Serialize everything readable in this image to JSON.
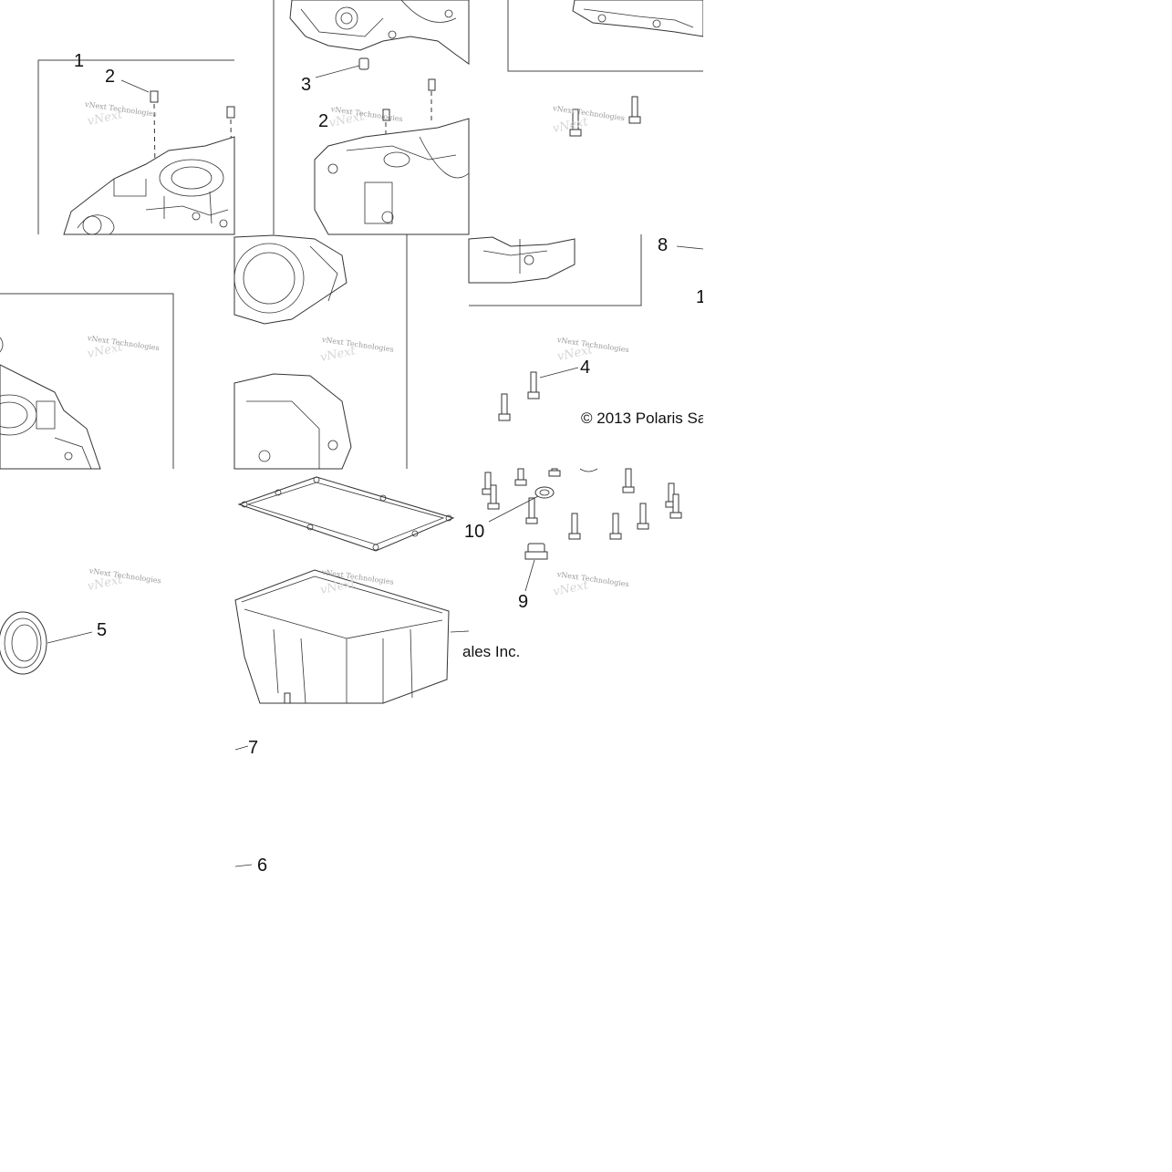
{
  "diagram": {
    "callouts": [
      "1",
      "2",
      "3",
      "2",
      "8",
      "1",
      "4",
      "10",
      "9",
      "5",
      "7",
      "6"
    ],
    "copyright_left": "© 2013 Polaris Sa",
    "copyright_right": "ales Inc.",
    "watermark": "vNext Technologies"
  }
}
